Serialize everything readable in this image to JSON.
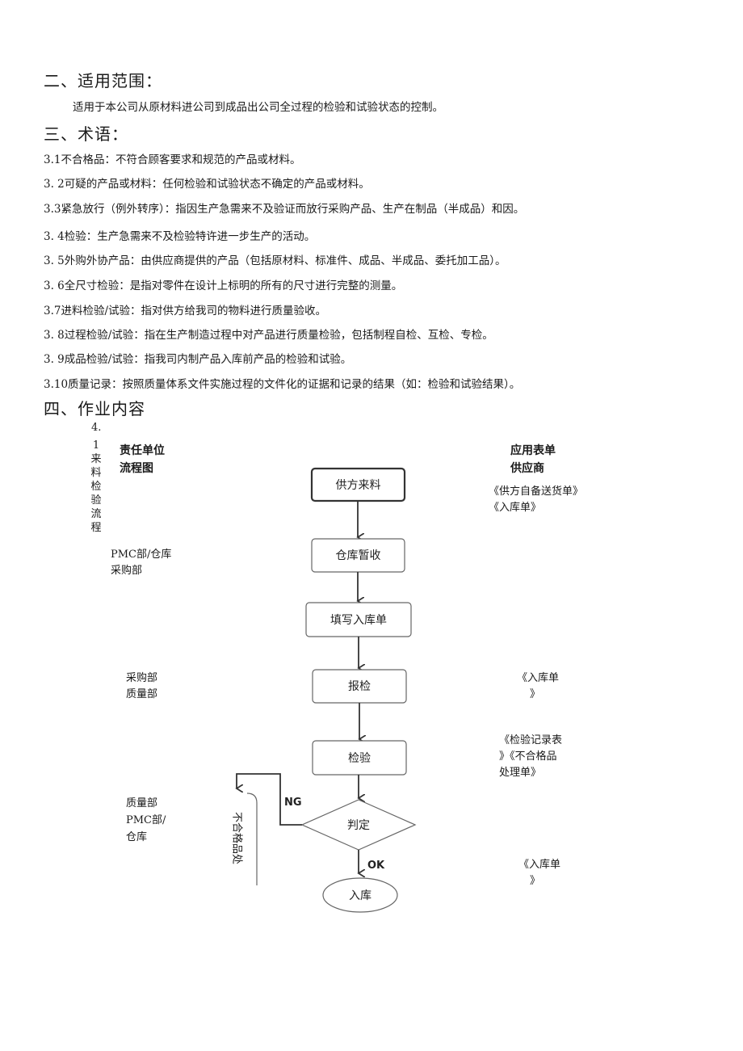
{
  "section2": {
    "heading": "二、适用范围：",
    "text": "适用于本公司从原材料进公司到成品出公司全过程的检验和试验状态的控制。"
  },
  "section3": {
    "heading": "三、术语：",
    "terms": [
      "3.1不合格品：不符合顾客要求和规范的产品或材料。",
      "3.  2可疑的产品或材料：任何检验和试验状态不确定的产品或材料。",
      "3.3紧急放行（例外转序）：指因生产急需来不及验证而放行采购产品、生产在制品（半成品）和因。",
      "3.  4检验：生产急需来不及检验特许进一步生产的活动。",
      "3.  5外购外协产品：由供应商提供的产品（包括原材料、标准件、成品、半成品、委托加工品）。",
      "3.  6全尺寸检验：是指对零件在设计上标明的所有的尺寸进行完整的测量。",
      "3.7进料检验/试验：指对供方给我司的物料进行质量验收。",
      "3.  8过程检验/试验：指在生产制造过程中对产品进行质量检验，包括制程自检、互检、专检。",
      "3.  9成品检验/试验：指我司内制产品入库前产品的检验和试验。",
      "3.10质量记录：按照质量体系文件实施过程的文件化的证据和记录的结果（如：检验和试验结果）。"
    ]
  },
  "section4": {
    "heading": "四、作业内容",
    "sub_number": "4.",
    "sub_title_vertical": "1来料检验流程",
    "col_responsible": "责任单位",
    "col_flowchart": "流程图",
    "col_forms": "应用表单",
    "supplier": "供应商",
    "resp_1_line1": "PMC部/仓库",
    "resp_1_line2": "采购部",
    "resp_2_line1": "采购部",
    "resp_2_line2": "质量部",
    "resp_3_line1": "质量部",
    "resp_3_line2": "PMC部/",
    "resp_3_line3": "仓库",
    "form_1_line1": "《供方自备送货单》",
    "form_1_line2": "《入库单》",
    "form_2_line1": "《入库单",
    "form_2_line2": "》",
    "form_3_line1": "《检验记录表",
    "form_3_line2": "》《不合格品",
    "form_3_line3": "处理单》",
    "form_4_line1": "《入库单",
    "form_4_line2": "》",
    "flow": {
      "step1": "供方来料",
      "step2": "仓库暂收",
      "step3": "填写入库单",
      "step4": "报检",
      "step5": "检验",
      "decision": "判定",
      "end": "入库",
      "ng": "NG",
      "ok": "OK",
      "reject": "不合格品处"
    }
  }
}
